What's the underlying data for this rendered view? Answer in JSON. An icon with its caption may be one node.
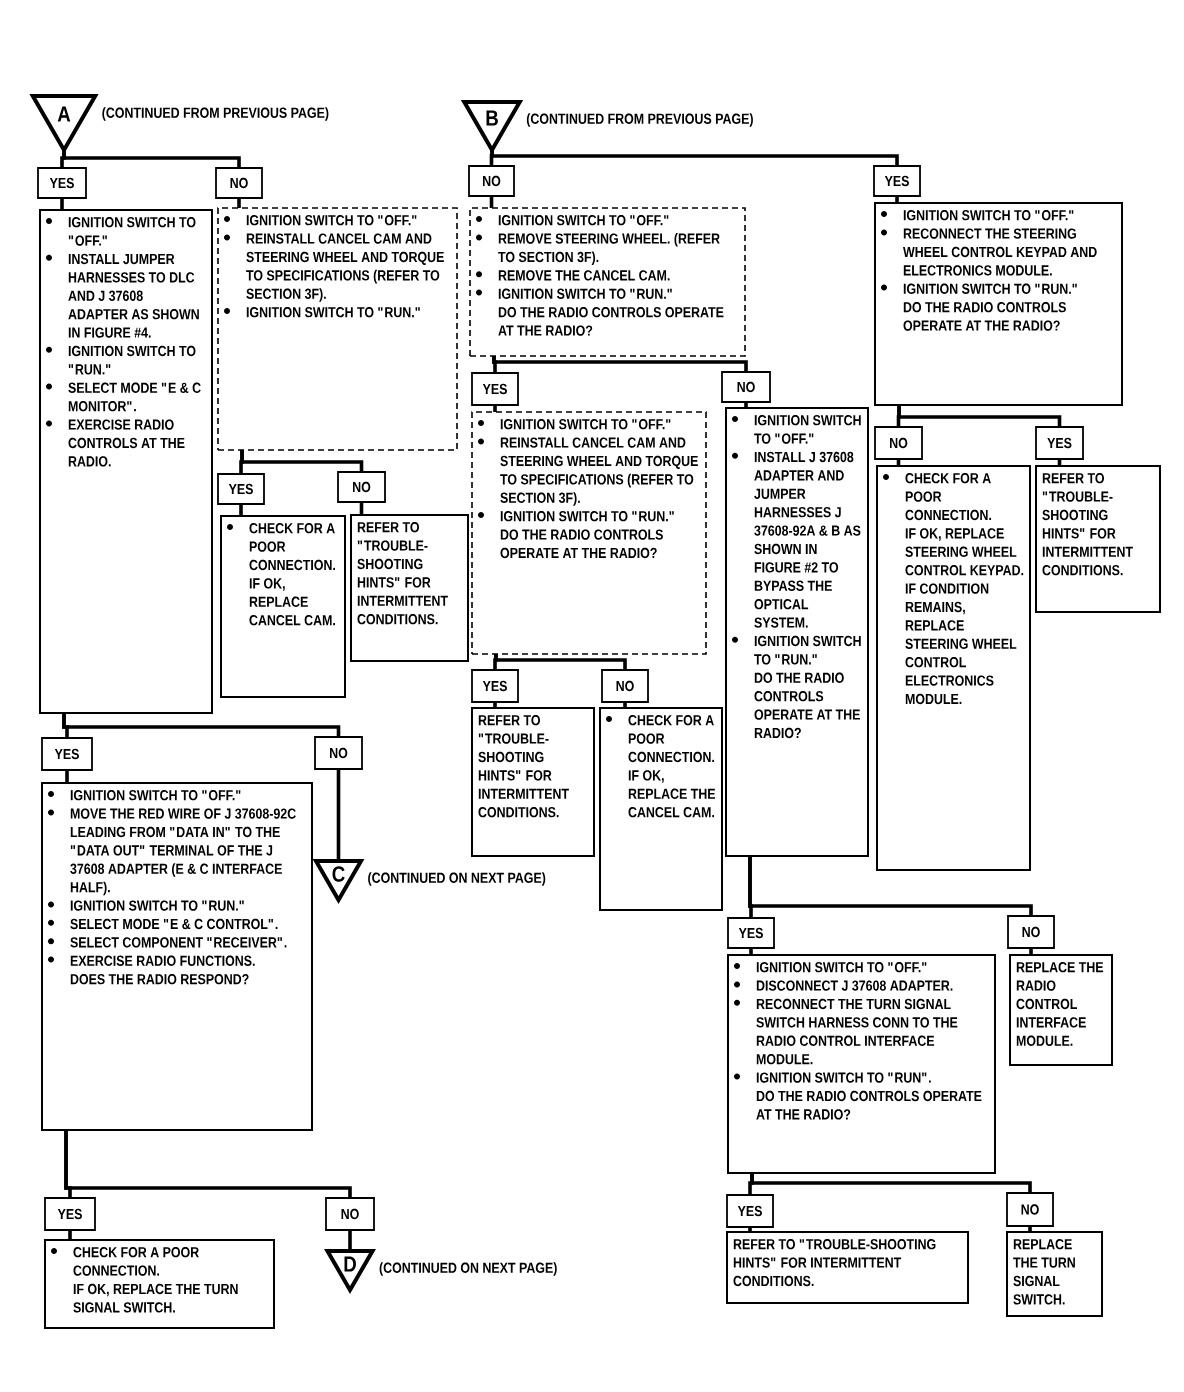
{
  "diagram": {
    "nodes": [
      {
        "text": [
          "A"
        ],
        "beside": [
          "(CONTINUED FROM PREVIOUS PAGE)"
        ]
      },
      {
        "text": [
          "YES"
        ]
      },
      {
        "text": [
          "NO"
        ]
      },
      {
        "text": [
          "IGNITION SWITCH TO \"OFF.\"",
          "INSTALL JUMPER HARNESSES TO DLC AND J 37608 ADAPTER AS SHOWN IN FIGURE #4.",
          "IGNITION SWITCH TO \"RUN.\"",
          "SELECT MODE \"E & C MONITOR\".",
          "EXERCISE RADIO CONTROLS AT THE RADIO."
        ]
      },
      {
        "text": [
          "IGNITION SWITCH TO \"OFF.\"",
          "REINSTALL CANCEL CAM AND STEERING WHEEL AND TORQUE TO SPECIFICATIONS (REFER TO SECTION 3F).",
          "IGNITION SWITCH TO \"RUN.\""
        ]
      },
      {
        "text": [
          "YES"
        ]
      },
      {
        "text": [
          "NO"
        ]
      },
      {
        "text": [
          "CHECK FOR A POOR CONNECTION.",
          "IF OK, REPLACE CANCEL CAM."
        ]
      },
      {
        "text": [
          "REFER TO \"TROUBLE-SHOOTING HINTS\" FOR INTERMITTENT CONDITIONS."
        ]
      },
      {
        "text": [
          "YES"
        ]
      },
      {
        "text": [
          "NO"
        ]
      },
      {
        "text": [
          "IGNITION SWITCH TO \"OFF.\"",
          "MOVE THE RED WIRE OF J 37608-92C LEADING FROM \"DATA IN\" TO THE \"DATA OUT\" TERMINAL OF THE J 37608 ADAPTER (E & C INTERFACE HALF).",
          "IGNITION SWITCH TO \"RUN.\"",
          "SELECT MODE \"E & C CONTROL\".",
          "SELECT COMPONENT \"RECEIVER\".",
          "EXERCISE RADIO FUNCTIONS.",
          "DOES THE RADIO RESPOND?"
        ]
      },
      {
        "text": [
          "C"
        ],
        "beside": [
          "(CONTINUED ON NEXT PAGE)"
        ]
      },
      {
        "text": [
          "YES"
        ]
      },
      {
        "text": [
          "NO"
        ]
      },
      {
        "text": [
          "CHECK FOR A POOR CONNECTION.",
          "IF OK, REPLACE THE TURN SIGNAL SWITCH."
        ]
      },
      {
        "text": [
          "D"
        ],
        "beside": [
          "(CONTINUED ON NEXT PAGE)"
        ]
      },
      {
        "text": [
          "B"
        ],
        "beside": [
          "(CONTINUED FROM PREVIOUS PAGE)"
        ]
      },
      {
        "text": [
          "NO"
        ]
      },
      {
        "text": [
          "IGNITION SWITCH TO \"OFF.\"",
          "REMOVE STEERING WHEEL. (REFER TO SECTION 3F).",
          "REMOVE THE CANCEL CAM.",
          "IGNITION SWITCH TO \"RUN.\"",
          "DO THE RADIO CONTROLS OPERATE AT THE RADIO?"
        ]
      },
      {
        "text": [
          "YES"
        ]
      },
      {
        "text": [
          "NO"
        ]
      },
      {
        "text": [
          "IGNITION SWITCH TO \"OFF.\"",
          "REINSTALL CANCEL CAM AND STEERING WHEEL AND TORQUE TO SPECIFICATIONS (REFER TO SECTION 3F).",
          "IGNITION SWITCH TO \"RUN.\"",
          "DO THE RADIO CONTROLS OPERATE AT THE RADIO?"
        ]
      },
      {
        "text": [
          "YES"
        ]
      },
      {
        "text": [
          "NO"
        ]
      },
      {
        "text": [
          "REFER TO \"TROUBLE-SHOOTING HINTS\" FOR INTERMITTENT CONDITIONS."
        ]
      },
      {
        "text": [
          "CHECK FOR A POOR CONNECTION.",
          "IF OK, REPLACE THE CANCEL CAM."
        ]
      },
      {
        "text": [
          "IGNITION SWITCH TO \"OFF.\"",
          "INSTALL J 37608 ADAPTER AND JUMPER HARNESSES J 37608-92A & B AS SHOWN IN FIGURE #2 TO BYPASS THE OPTICAL SYSTEM.",
          "IGNITION SWITCH TO \"RUN.\"",
          "DO THE RADIO CONTROLS OPERATE AT THE RADIO?"
        ]
      },
      {
        "text": [
          "YES"
        ]
      },
      {
        "text": [
          "IGNITION SWITCH TO \"OFF.\"",
          "RECONNECT THE STEERING WHEEL CONTROL KEYPAD AND ELECTRONICS MODULE.",
          "IGNITION SWITCH TO \"RUN.\"",
          "DO THE RADIO CONTROLS OPERATE AT THE RADIO?"
        ]
      },
      {
        "text": [
          "NO"
        ]
      },
      {
        "text": [
          "YES"
        ]
      },
      {
        "text": [
          "CHECK FOR A POOR CONNECTION.",
          "IF OK, REPLACE STEERING WHEEL CONTROL KEYPAD.",
          "IF CONDITION REMAINS, REPLACE STEERING WHEEL CONTROL ELECTRONICS MODULE."
        ]
      },
      {
        "text": [
          "REFER TO \"TROUBLE-SHOOTING HINTS\" FOR INTERMITTENT CONDITIONS."
        ]
      },
      {
        "text": [
          "YES"
        ]
      },
      {
        "text": [
          "NO"
        ]
      },
      {
        "text": [
          "IGNITION SWITCH TO \"OFF.\"",
          "DISCONNECT J 37608 ADAPTER.",
          "RECONNECT THE TURN SIGNAL SWITCH HARNESS CONN TO THE RADIO CONTROL INTERFACE MODULE.",
          "IGNITION SWITCH TO \"RUN\".",
          "DO THE RADIO CONTROLS OPERATE AT THE RADIO?"
        ]
      },
      {
        "text": [
          "REPLACE THE RADIO CONTROL INTERFACE MODULE."
        ]
      },
      {
        "text": [
          "YES"
        ]
      },
      {
        "text": [
          "NO"
        ]
      },
      {
        "text": [
          "REFER TO \"TROUBLE-SHOOTING HINTS\" FOR INTERMITTENT CONDITIONS."
        ]
      },
      {
        "text": [
          "REPLACE THE TURN SIGNAL SWITCH."
        ]
      }
    ],
    "edges": [
      {
        "from": 0,
        "to": 1,
        "arrow": "none"
      },
      {
        "from": 0,
        "to": 2,
        "arrow": "none"
      },
      {
        "from": 1,
        "to": 3,
        "arrow": "none"
      },
      {
        "from": 2,
        "to": 4,
        "arrow": "none"
      },
      {
        "from": 4,
        "to": 5,
        "arrow": "none"
      },
      {
        "from": 4,
        "to": 6,
        "arrow": "none"
      },
      {
        "from": 5,
        "to": 7,
        "arrow": "none"
      },
      {
        "from": 6,
        "to": 8,
        "arrow": "none"
      },
      {
        "from": 3,
        "to": 9,
        "arrow": "none"
      },
      {
        "from": 3,
        "to": 10,
        "arrow": "none"
      },
      {
        "from": 9,
        "to": 11,
        "arrow": "none"
      },
      {
        "from": 10,
        "to": 12,
        "arrow": "none"
      },
      {
        "from": 11,
        "to": 13,
        "arrow": "none"
      },
      {
        "from": 11,
        "to": 14,
        "arrow": "none"
      },
      {
        "from": 13,
        "to": 15,
        "arrow": "none"
      },
      {
        "from": 14,
        "to": 16,
        "arrow": "none"
      },
      {
        "from": 17,
        "to": 18,
        "arrow": "none"
      },
      {
        "from": 17,
        "to": 28,
        "arrow": "none"
      },
      {
        "from": 18,
        "to": 19,
        "arrow": "none"
      },
      {
        "from": 19,
        "to": 20,
        "arrow": "none"
      },
      {
        "from": 19,
        "to": 21,
        "arrow": "none"
      },
      {
        "from": 20,
        "to": 22,
        "arrow": "none"
      },
      {
        "from": 21,
        "to": 27,
        "arrow": "none"
      },
      {
        "from": 22,
        "to": 23,
        "arrow": "none"
      },
      {
        "from": 22,
        "to": 24,
        "arrow": "none"
      },
      {
        "from": 23,
        "to": 25,
        "arrow": "none"
      },
      {
        "from": 24,
        "to": 26,
        "arrow": "none"
      },
      {
        "from": 28,
        "to": 29,
        "arrow": "none"
      },
      {
        "from": 29,
        "to": 30,
        "arrow": "none"
      },
      {
        "from": 29,
        "to": 31,
        "arrow": "none"
      },
      {
        "from": 30,
        "to": 32,
        "arrow": "none"
      },
      {
        "from": 31,
        "to": 33,
        "arrow": "none"
      },
      {
        "from": 27,
        "to": 34,
        "arrow": "none"
      },
      {
        "from": 27,
        "to": 35,
        "arrow": "none"
      },
      {
        "from": 34,
        "to": 36,
        "arrow": "none"
      },
      {
        "from": 35,
        "to": 37,
        "arrow": "none"
      },
      {
        "from": 36,
        "to": 38,
        "arrow": "none"
      },
      {
        "from": 36,
        "to": 39,
        "arrow": "none"
      },
      {
        "from": 38,
        "to": 40,
        "arrow": "none"
      },
      {
        "from": 39,
        "to": 41,
        "arrow": "none"
      }
    ]
  }
}
